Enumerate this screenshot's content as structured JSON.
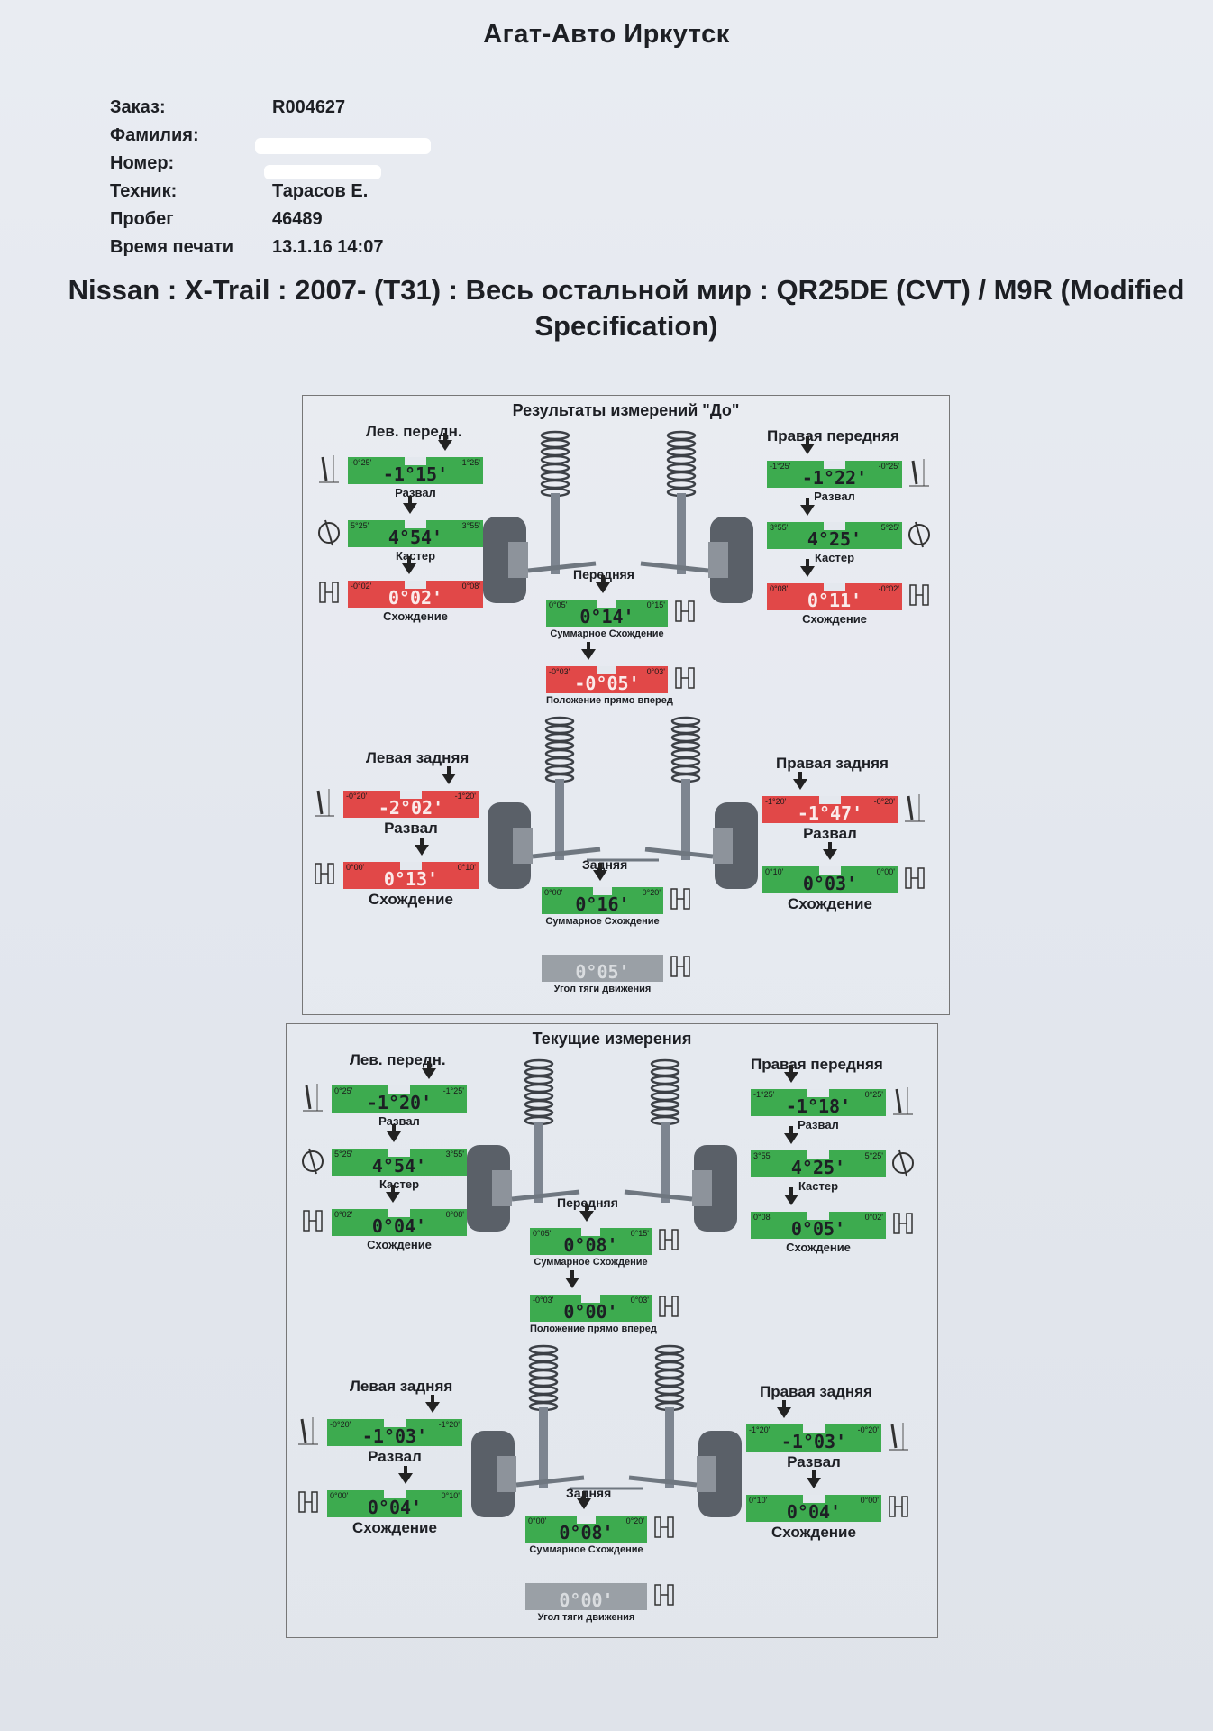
{
  "header": {
    "company": "Агат-Авто Иркутск",
    "info": [
      {
        "label": "Заказ:",
        "value": "R004627"
      },
      {
        "label": "Фамилия:",
        "value": ""
      },
      {
        "label": "Номер:",
        "value": ""
      },
      {
        "label": "Техник:",
        "value": "Тарасов Е."
      },
      {
        "label": "Пробег",
        "value": "46489"
      },
      {
        "label": "Время печати",
        "value": "13.1.16 14:07"
      }
    ],
    "vehicle_line1": "Nissan : X-Trail : 2007-   (T31) : Весь остальной мир : QR25DE (CVT) / M9R (Modified",
    "vehicle_line2": "Specification)"
  },
  "colors": {
    "in_spec": "#3dab4f",
    "out_of_spec": "#e14848",
    "info": "#9aa0a6"
  },
  "panels": [
    {
      "title": "Результаты измерений \"До\"",
      "front_left_title": "Лев. передн.",
      "front_right_title": "Правая передняя",
      "front_axle_label": "Передняя",
      "rear_left_title": "Левая задняя",
      "rear_right_title": "Правая задняя",
      "rear_axle_label": "Задняя",
      "gauges": {
        "fl_camber": {
          "min": "-0°25'",
          "max": "-1°25'",
          "value": "-1°15'",
          "label": "Развал",
          "status": "green"
        },
        "fl_caster": {
          "min": "5°25'",
          "max": "3°55'",
          "value": "4°54'",
          "label": "Кастер",
          "status": "green"
        },
        "fl_toe": {
          "min": "-0°02'",
          "max": "0°08'",
          "value": "0°02'",
          "label": "Схождение",
          "status": "red"
        },
        "fr_camber": {
          "min": "-1°25'",
          "max": "-0°25'",
          "value": "-1°22'",
          "label": "Развал",
          "status": "green"
        },
        "fr_caster": {
          "min": "3°55'",
          "max": "5°25'",
          "value": "4°25'",
          "label": "Кастер",
          "status": "green"
        },
        "fr_toe": {
          "min": "0°08'",
          "max": "-0°02'",
          "value": "0°11'",
          "label": "Схождение",
          "status": "red"
        },
        "front_total": {
          "min": "0°05'",
          "max": "0°15'",
          "value": "0°14'",
          "label": "Суммарное Схождение",
          "status": "green"
        },
        "steer_ahead": {
          "min": "-0°03'",
          "max": "0°03'",
          "value": "-0°05'",
          "label": "Положение прямо вперед",
          "status": "red"
        },
        "rl_camber": {
          "min": "-0°20'",
          "max": "-1°20'",
          "value": "-2°02'",
          "label": "Развал",
          "status": "red"
        },
        "rl_toe": {
          "min": "0°00'",
          "max": "0°10'",
          "value": "0°13'",
          "label": "Схождение",
          "status": "red"
        },
        "rr_camber": {
          "min": "-1°20'",
          "max": "-0°20'",
          "value": "-1°47'",
          "label": "Развал",
          "status": "red"
        },
        "rr_toe": {
          "min": "0°10'",
          "max": "0°00'",
          "value": "0°03'",
          "label": "Схождение",
          "status": "green"
        },
        "rear_total": {
          "min": "0°00'",
          "max": "0°20'",
          "value": "0°16'",
          "label": "Суммарное Схождение",
          "status": "green"
        },
        "thrust": {
          "min": "",
          "max": "",
          "value": "0°05'",
          "label": "Угол тяги движения",
          "status": "gray"
        }
      }
    },
    {
      "title": "Текущие измерения",
      "front_left_title": "Лев. передн.",
      "front_right_title": "Правая передняя",
      "front_axle_label": "Передняя",
      "rear_left_title": "Левая задняя",
      "rear_right_title": "Правая задняя",
      "rear_axle_label": "Задняя",
      "gauges": {
        "fl_camber": {
          "min": "0°25'",
          "max": "-1°25'",
          "value": "-1°20'",
          "label": "Развал",
          "status": "green"
        },
        "fl_caster": {
          "min": "5°25'",
          "max": "3°55'",
          "value": "4°54'",
          "label": "Кастер",
          "status": "green"
        },
        "fl_toe": {
          "min": "0°02'",
          "max": "0°08'",
          "value": "0°04'",
          "label": "Схождение",
          "status": "green"
        },
        "fr_camber": {
          "min": "-1°25'",
          "max": "0°25'",
          "value": "-1°18'",
          "label": "Развал",
          "status": "green"
        },
        "fr_caster": {
          "min": "3°55'",
          "max": "5°25'",
          "value": "4°25'",
          "label": "Кастер",
          "status": "green"
        },
        "fr_toe": {
          "min": "0°08'",
          "max": "0°02'",
          "value": "0°05'",
          "label": "Схождение",
          "status": "green"
        },
        "front_total": {
          "min": "0°05'",
          "max": "0°15'",
          "value": "0°08'",
          "label": "Суммарное Схождение",
          "status": "green"
        },
        "steer_ahead": {
          "min": "-0°03'",
          "max": "0°03'",
          "value": "0°00'",
          "label": "Положение прямо вперед",
          "status": "green"
        },
        "rl_camber": {
          "min": "-0°20'",
          "max": "-1°20'",
          "value": "-1°03'",
          "label": "Развал",
          "status": "green"
        },
        "rl_toe": {
          "min": "0°00'",
          "max": "0°10'",
          "value": "0°04'",
          "label": "Схождение",
          "status": "green"
        },
        "rr_camber": {
          "min": "-1°20'",
          "max": "-0°20'",
          "value": "-1°03'",
          "label": "Развал",
          "status": "green"
        },
        "rr_toe": {
          "min": "0°10'",
          "max": "0°00'",
          "value": "0°04'",
          "label": "Схождение",
          "status": "green"
        },
        "rear_total": {
          "min": "0°00'",
          "max": "0°20'",
          "value": "0°08'",
          "label": "Суммарное Схождение",
          "status": "green"
        },
        "thrust": {
          "min": "",
          "max": "",
          "value": "0°00'",
          "label": "Угол тяги движения",
          "status": "gray"
        }
      }
    }
  ]
}
